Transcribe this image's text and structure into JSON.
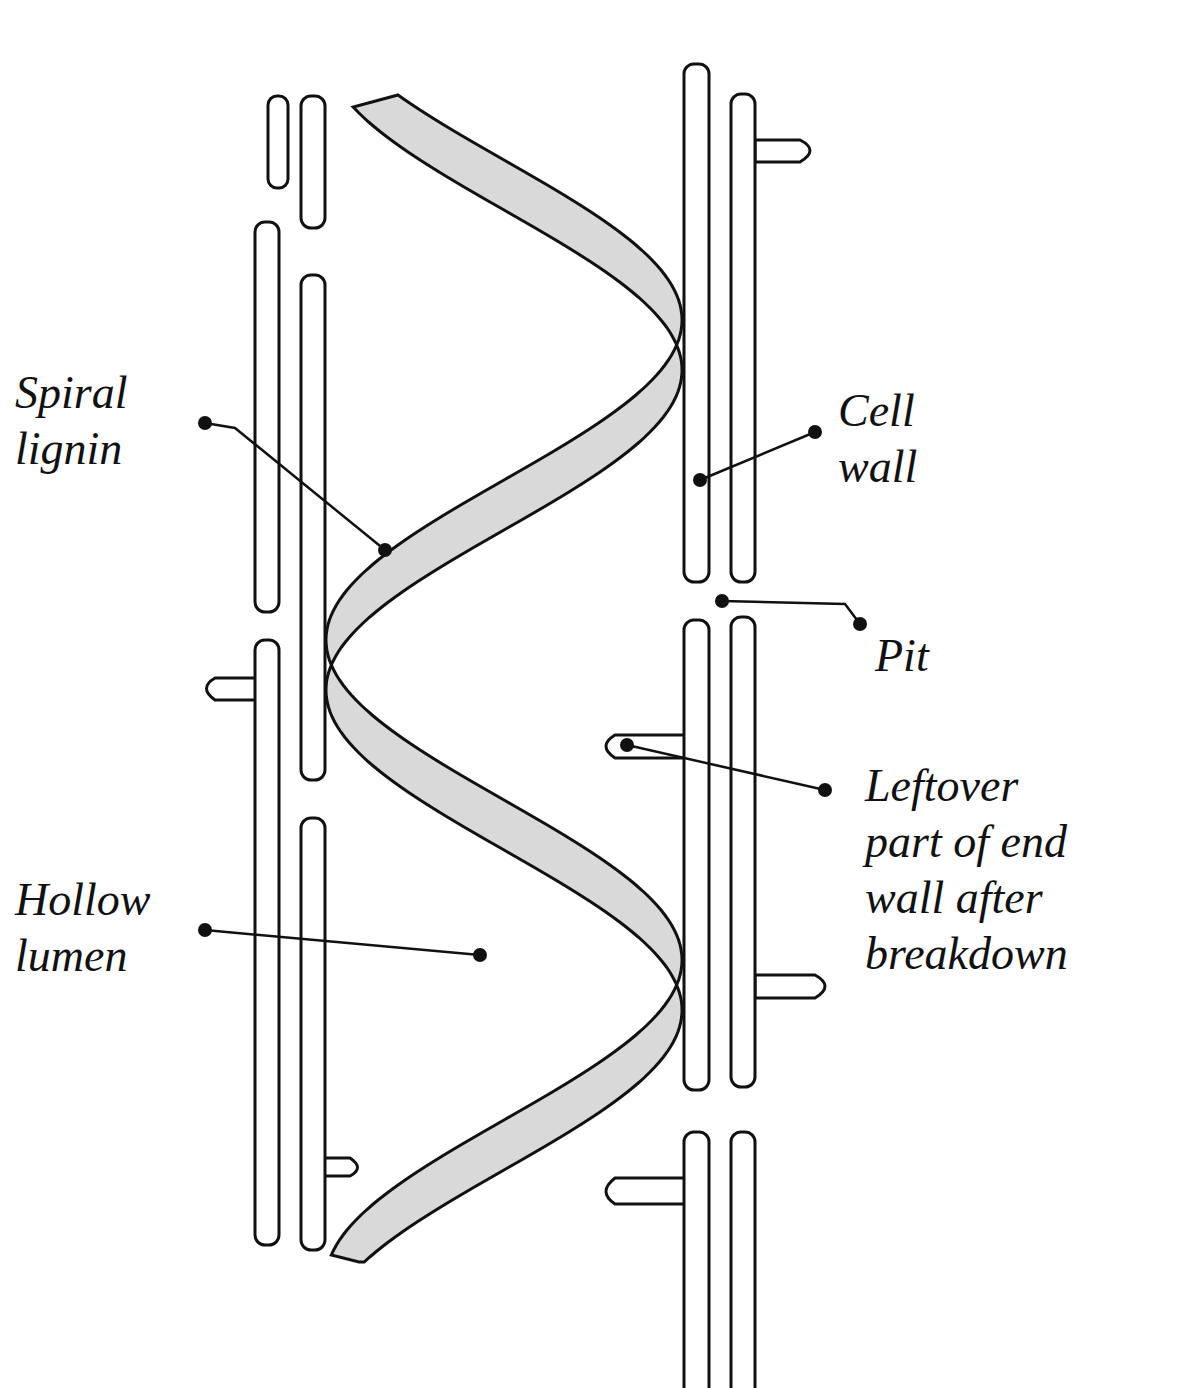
{
  "diagram": {
    "labels": [
      "Spiral lignin",
      "Cell wall",
      "Pit",
      "Leftover part of end wall after breakdown",
      "Hollow lumen"
    ]
  }
}
